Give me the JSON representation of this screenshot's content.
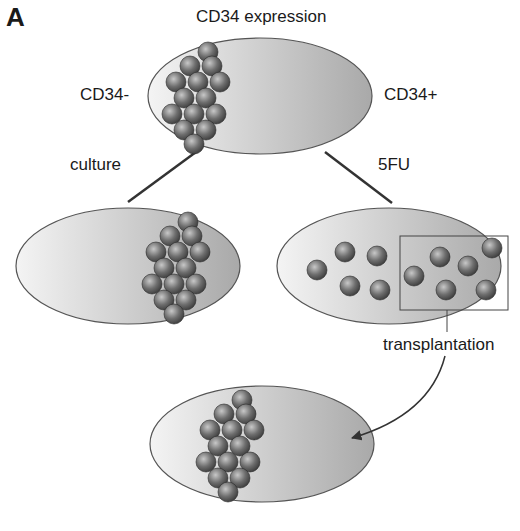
{
  "diagram": {
    "title": "CD34 expression",
    "labels": [
      "A",
      "CD34-",
      "CD34+",
      "culture",
      "5FU",
      "transplantation"
    ]
  }
}
